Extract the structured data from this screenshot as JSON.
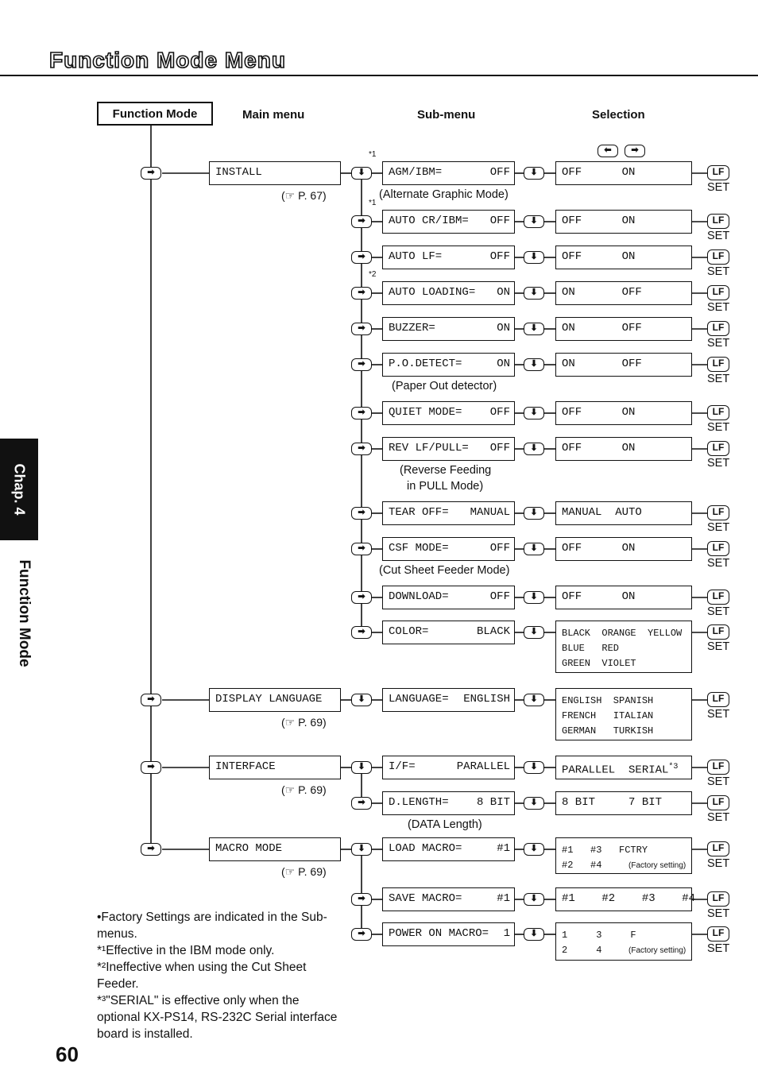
{
  "page": {
    "title": "Function Mode Menu",
    "page_number": "60",
    "chapter_tab": "Chap. 4",
    "side_title": "Function Mode"
  },
  "headers": {
    "function_mode": "Function Mode",
    "main_menu": "Main menu",
    "sub_menu": "Sub-menu",
    "selection": "Selection"
  },
  "keys": {
    "arrow_right": "➡",
    "arrow_down": "⬇",
    "arrow_left": "⬅",
    "lf": "LF",
    "set": "SET"
  },
  "main_menus": [
    {
      "label": "INSTALL",
      "ref": "(☞ P. 67)"
    },
    {
      "label": "DISPLAY LANGUAGE",
      "ref": "(☞ P. 69)"
    },
    {
      "label": "INTERFACE",
      "ref": "(☞ P. 69)"
    },
    {
      "label": "MACRO MODE",
      "ref": "(☞ P. 69)"
    }
  ],
  "sub_menus": [
    {
      "name": "AGM/IBM=",
      "value": "OFF",
      "mark": "*1",
      "note": "(Alternate Graphic Mode)",
      "selection": "OFF      ON"
    },
    {
      "name": "AUTO CR/IBM=",
      "value": "OFF",
      "mark": "*1",
      "selection": "OFF      ON"
    },
    {
      "name": "AUTO LF=",
      "value": "OFF",
      "selection": "OFF      ON"
    },
    {
      "name": "AUTO LOADING=",
      "value": "ON",
      "mark": "*2",
      "selection": "ON       OFF"
    },
    {
      "name": "BUZZER=",
      "value": "ON",
      "selection": "ON       OFF"
    },
    {
      "name": "P.O.DETECT=",
      "value": "ON",
      "note": "(Paper Out detector)",
      "selection": "ON       OFF"
    },
    {
      "name": "QUIET MODE=",
      "value": "OFF",
      "selection": "OFF      ON"
    },
    {
      "name": "REV LF/PULL=",
      "value": "OFF",
      "note": "(Reverse Feeding",
      "note2": "in PULL Mode)",
      "selection": "OFF      ON"
    },
    {
      "name": "TEAR OFF=",
      "value": "MANUAL",
      "selection": "MANUAL  AUTO"
    },
    {
      "name": "CSF MODE=",
      "value": "OFF",
      "note": "(Cut Sheet Feeder Mode)",
      "selection": "OFF      ON"
    },
    {
      "name": "DOWNLOAD=",
      "value": "OFF",
      "selection": "OFF      ON"
    },
    {
      "name": "COLOR=",
      "value": "BLACK",
      "selection": [
        "BLACK  ORANGE  YELLOW",
        "BLUE   RED",
        "GREEN  VIOLET"
      ]
    },
    {
      "name": "LANGUAGE=",
      "value": "ENGLISH",
      "selection": [
        "ENGLISH  SPANISH",
        "FRENCH   ITALIAN",
        "GERMAN   TURKISH"
      ]
    },
    {
      "name": "I/F=",
      "value": "PARALLEL",
      "selection": "PARALLEL  SERIAL",
      "selection_mark": "*3"
    },
    {
      "name": "D.LENGTH=",
      "value": "8 BIT",
      "note": "(DATA Length)",
      "selection": "8 BIT     7 BIT"
    },
    {
      "name": "LOAD MACRO=",
      "value": "#1",
      "selection": [
        "#1   #3   FCTRY",
        "#2   #4"
      ],
      "selection_note": "(Factory setting)"
    },
    {
      "name": "SAVE MACRO=",
      "value": "#1",
      "selection": "#1    #2    #3    #4"
    },
    {
      "name": "POWER ON MACRO=",
      "value": "1",
      "selection": [
        "1     3     F",
        "2     4"
      ],
      "selection_note": "(Factory setting)"
    }
  ],
  "footnotes": {
    "factory": "•Factory Settings are indicated in the Sub-menus.",
    "n1": "*¹Effective in the IBM mode only.",
    "n2": "*²Ineffective when using the Cut Sheet Feeder.",
    "n3": "*³\"SERIAL\" is effective only when the optional KX-PS14, RS-232C Serial interface board is installed."
  }
}
